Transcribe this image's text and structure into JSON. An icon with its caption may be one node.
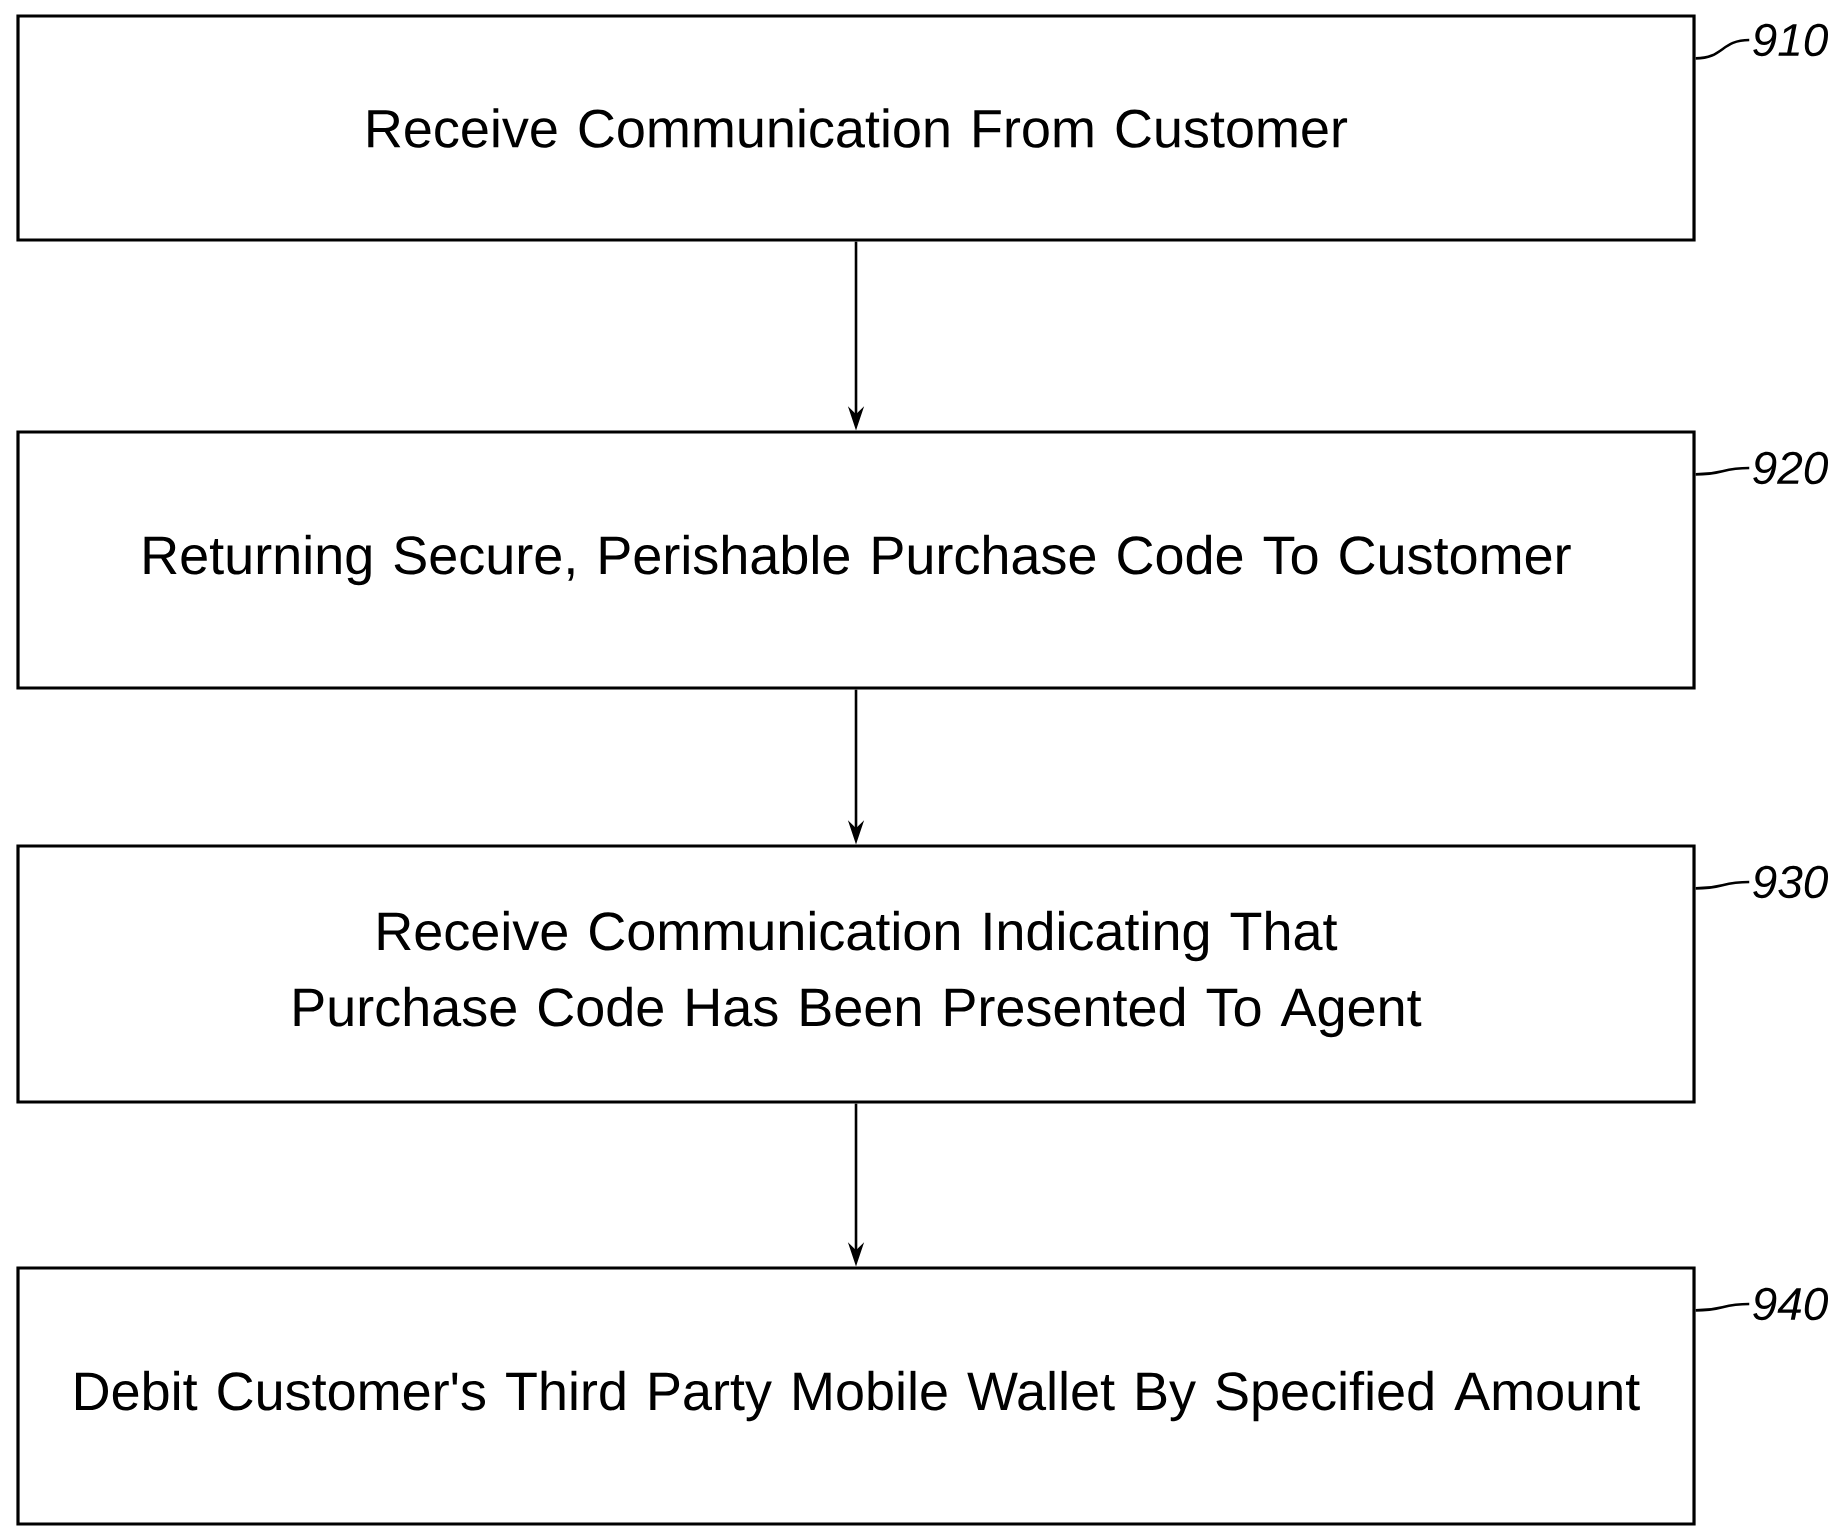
{
  "diagram": {
    "nodes": [
      {
        "text": [
          "Receive Communication From Customer"
        ]
      },
      {
        "text": [
          "Returning Secure, Perishable Purchase Code To Customer"
        ]
      },
      {
        "text": [
          "Receive Communication Indicating That Purchase Code Has Been Presented To Agent"
        ]
      },
      {
        "text": [
          "Debit Customer's Third Party Mobile Wallet By Specified Amount"
        ]
      },
      {
        "text": [
          "910"
        ]
      },
      {
        "text": [
          "920"
        ]
      },
      {
        "text": [
          "930"
        ]
      },
      {
        "text": [
          "940"
        ]
      }
    ],
    "edges": [
      {
        "from": 0,
        "to": 1,
        "arrow": "to"
      },
      {
        "from": 1,
        "to": 2,
        "arrow": "to"
      },
      {
        "from": 2,
        "to": 3,
        "arrow": "to"
      },
      {
        "from": 4,
        "to": 0,
        "arrow": "none"
      },
      {
        "from": 5,
        "to": 1,
        "arrow": "none"
      },
      {
        "from": 6,
        "to": 2,
        "arrow": "none"
      },
      {
        "from": 7,
        "to": 3,
        "arrow": "none"
      }
    ]
  }
}
